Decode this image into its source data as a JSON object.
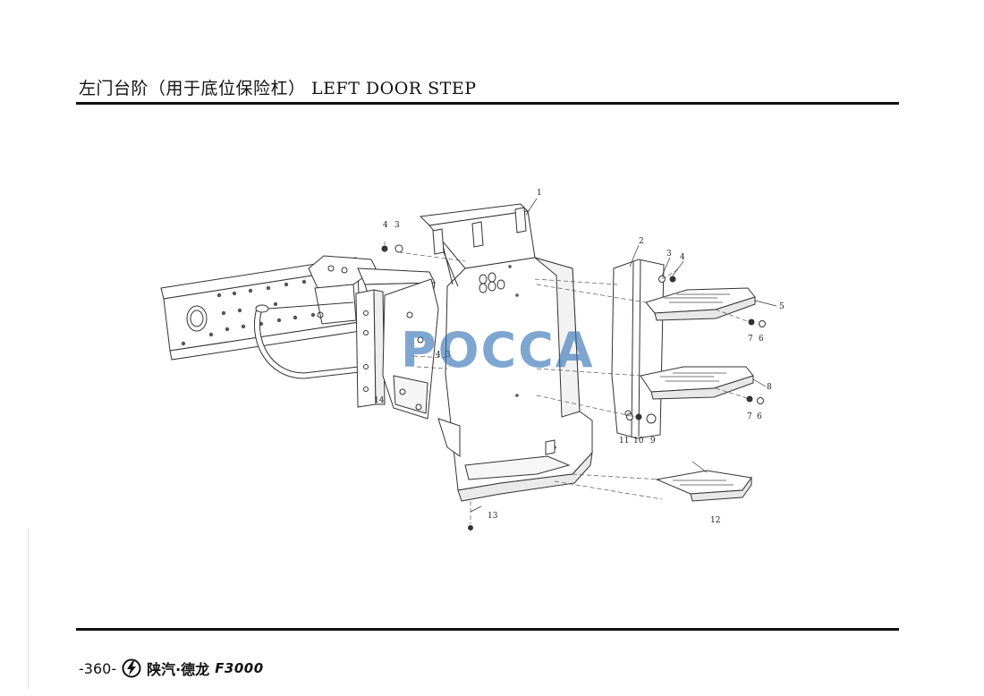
{
  "page": {
    "title": "左门台阶（用于底位保险杠） LEFT DOOR STEP",
    "page_number": "-360-",
    "brand": "陕汽·德龙",
    "model": "F3000",
    "brand_icon": "shaanxi-lightning-logo-icon"
  },
  "diagram": {
    "watermark": "POCCA",
    "callouts": [
      {
        "id": "c1",
        "label": "1"
      },
      {
        "id": "c2",
        "label": "2"
      },
      {
        "id": "c3a",
        "label": "3"
      },
      {
        "id": "c3b",
        "label": "3"
      },
      {
        "id": "c3c",
        "label": "3"
      },
      {
        "id": "c4a",
        "label": "4"
      },
      {
        "id": "c4b",
        "label": "4"
      },
      {
        "id": "c4c",
        "label": "4"
      },
      {
        "id": "c5",
        "label": "5"
      },
      {
        "id": "c6a",
        "label": "6"
      },
      {
        "id": "c6b",
        "label": "6"
      },
      {
        "id": "c7a",
        "label": "7"
      },
      {
        "id": "c7b",
        "label": "7"
      },
      {
        "id": "c8",
        "label": "8"
      },
      {
        "id": "c9",
        "label": "9"
      },
      {
        "id": "c10",
        "label": "10"
      },
      {
        "id": "c11",
        "label": "11"
      },
      {
        "id": "c12",
        "label": "12"
      },
      {
        "id": "c13",
        "label": "13"
      },
      {
        "id": "c14",
        "label": "14"
      }
    ]
  },
  "colors": {
    "ink": "#111111",
    "line": "#333333",
    "watermark": "#2f6fb5"
  }
}
